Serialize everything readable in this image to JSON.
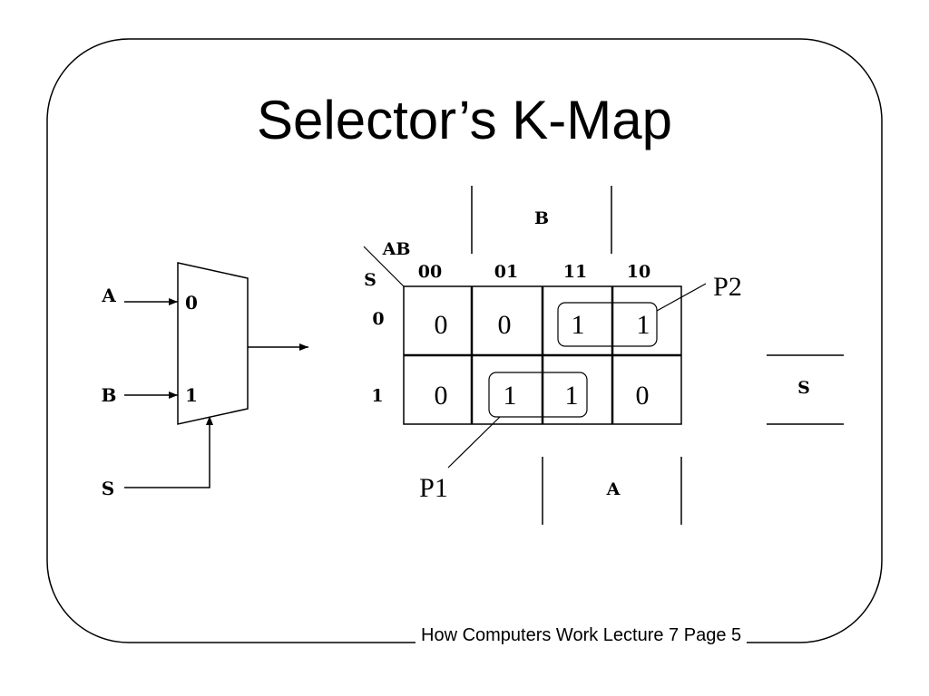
{
  "title": "Selector’s K-Map",
  "footer": "How Computers Work Lecture 7 Page 5",
  "mux": {
    "input_a": "A",
    "input_b": "B",
    "select": "S",
    "port_0": "0",
    "port_1": "1"
  },
  "kmap": {
    "corner_top": "AB",
    "corner_left": "S",
    "col_headers": [
      "00",
      "01",
      "11",
      "10"
    ],
    "row_headers": [
      "0",
      "1"
    ],
    "cells": [
      [
        "0",
        "0",
        "1",
        "1"
      ],
      [
        "0",
        "1",
        "1",
        "0"
      ]
    ],
    "bracket_b": "B",
    "bracket_a": "A",
    "bracket_s": "S",
    "p1": "P1",
    "p2": "P2"
  }
}
